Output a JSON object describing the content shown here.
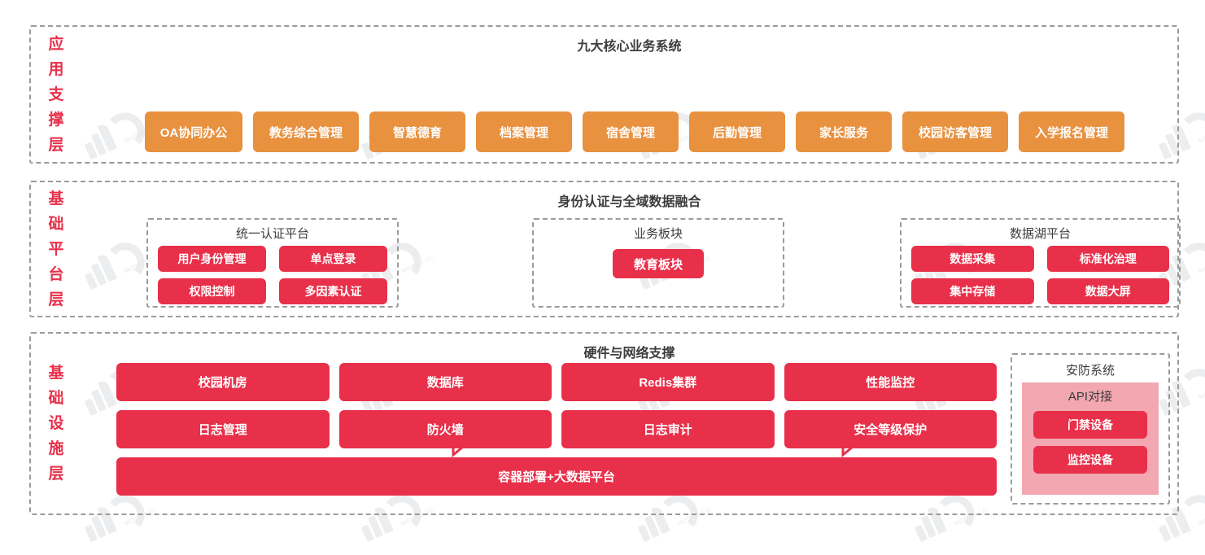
{
  "diagram": {
    "theme": {
      "orange": "#e8913f",
      "red": "#e8304a",
      "pink": "#f2a7b1",
      "dashed_border": "#9b9b9b",
      "label_text": "#e8304a",
      "title_text": "#3c3c3c"
    },
    "watermark_text": "MODAO.CC"
  },
  "layers": [
    {
      "id": "app",
      "label": "应用支撑层",
      "label_chars": [
        "应",
        "用",
        "支",
        "撑",
        "层"
      ],
      "title": "九大核心业务系统",
      "items": [
        {
          "label": "OA协同办公",
          "width": 120
        },
        {
          "label": "教务综合管理",
          "width": 130
        },
        {
          "label": "智慧德育",
          "width": 118
        },
        {
          "label": "档案管理",
          "width": 118
        },
        {
          "label": "宿舍管理",
          "width": 118
        },
        {
          "label": "后勤管理",
          "width": 118
        },
        {
          "label": "家长服务",
          "width": 118
        },
        {
          "label": "校园访客管理",
          "width": 130
        },
        {
          "label": "入学报名管理",
          "width": 130
        }
      ]
    },
    {
      "id": "platform",
      "label": "基础平台层",
      "label_chars": [
        "基",
        "础",
        "平",
        "台",
        "层"
      ],
      "title": "身份认证与全域数据融合",
      "groups": [
        {
          "id": "auth",
          "title": "统一认证平台",
          "items": [
            "用户身份管理",
            "单点登录",
            "权限控制",
            "多因素认证"
          ]
        },
        {
          "id": "biz",
          "title": "业务板块",
          "items": [
            "教育板块"
          ]
        },
        {
          "id": "lake",
          "title": "数据湖平台",
          "items": [
            "数据采集",
            "标准化治理",
            "集中存储",
            "数据大屏"
          ]
        }
      ],
      "arrows": [
        "arrow-right",
        "arrow-right"
      ]
    },
    {
      "id": "infra",
      "label": "基础设施层",
      "label_chars": [
        "基",
        "础",
        "设",
        "施",
        "层"
      ],
      "title": "硬件与网络支撑",
      "rows": [
        [
          "校园机房",
          "数据库",
          "Redis集群",
          "性能监控"
        ],
        [
          "日志管理",
          "防火墙",
          "日志审计",
          "安全等级保护"
        ]
      ],
      "full_width_item": "容器部署+大数据平台",
      "security_panel": {
        "title": "安防系统",
        "api_title": "API对接",
        "items": [
          "门禁设备",
          "监控设备"
        ]
      }
    }
  ]
}
